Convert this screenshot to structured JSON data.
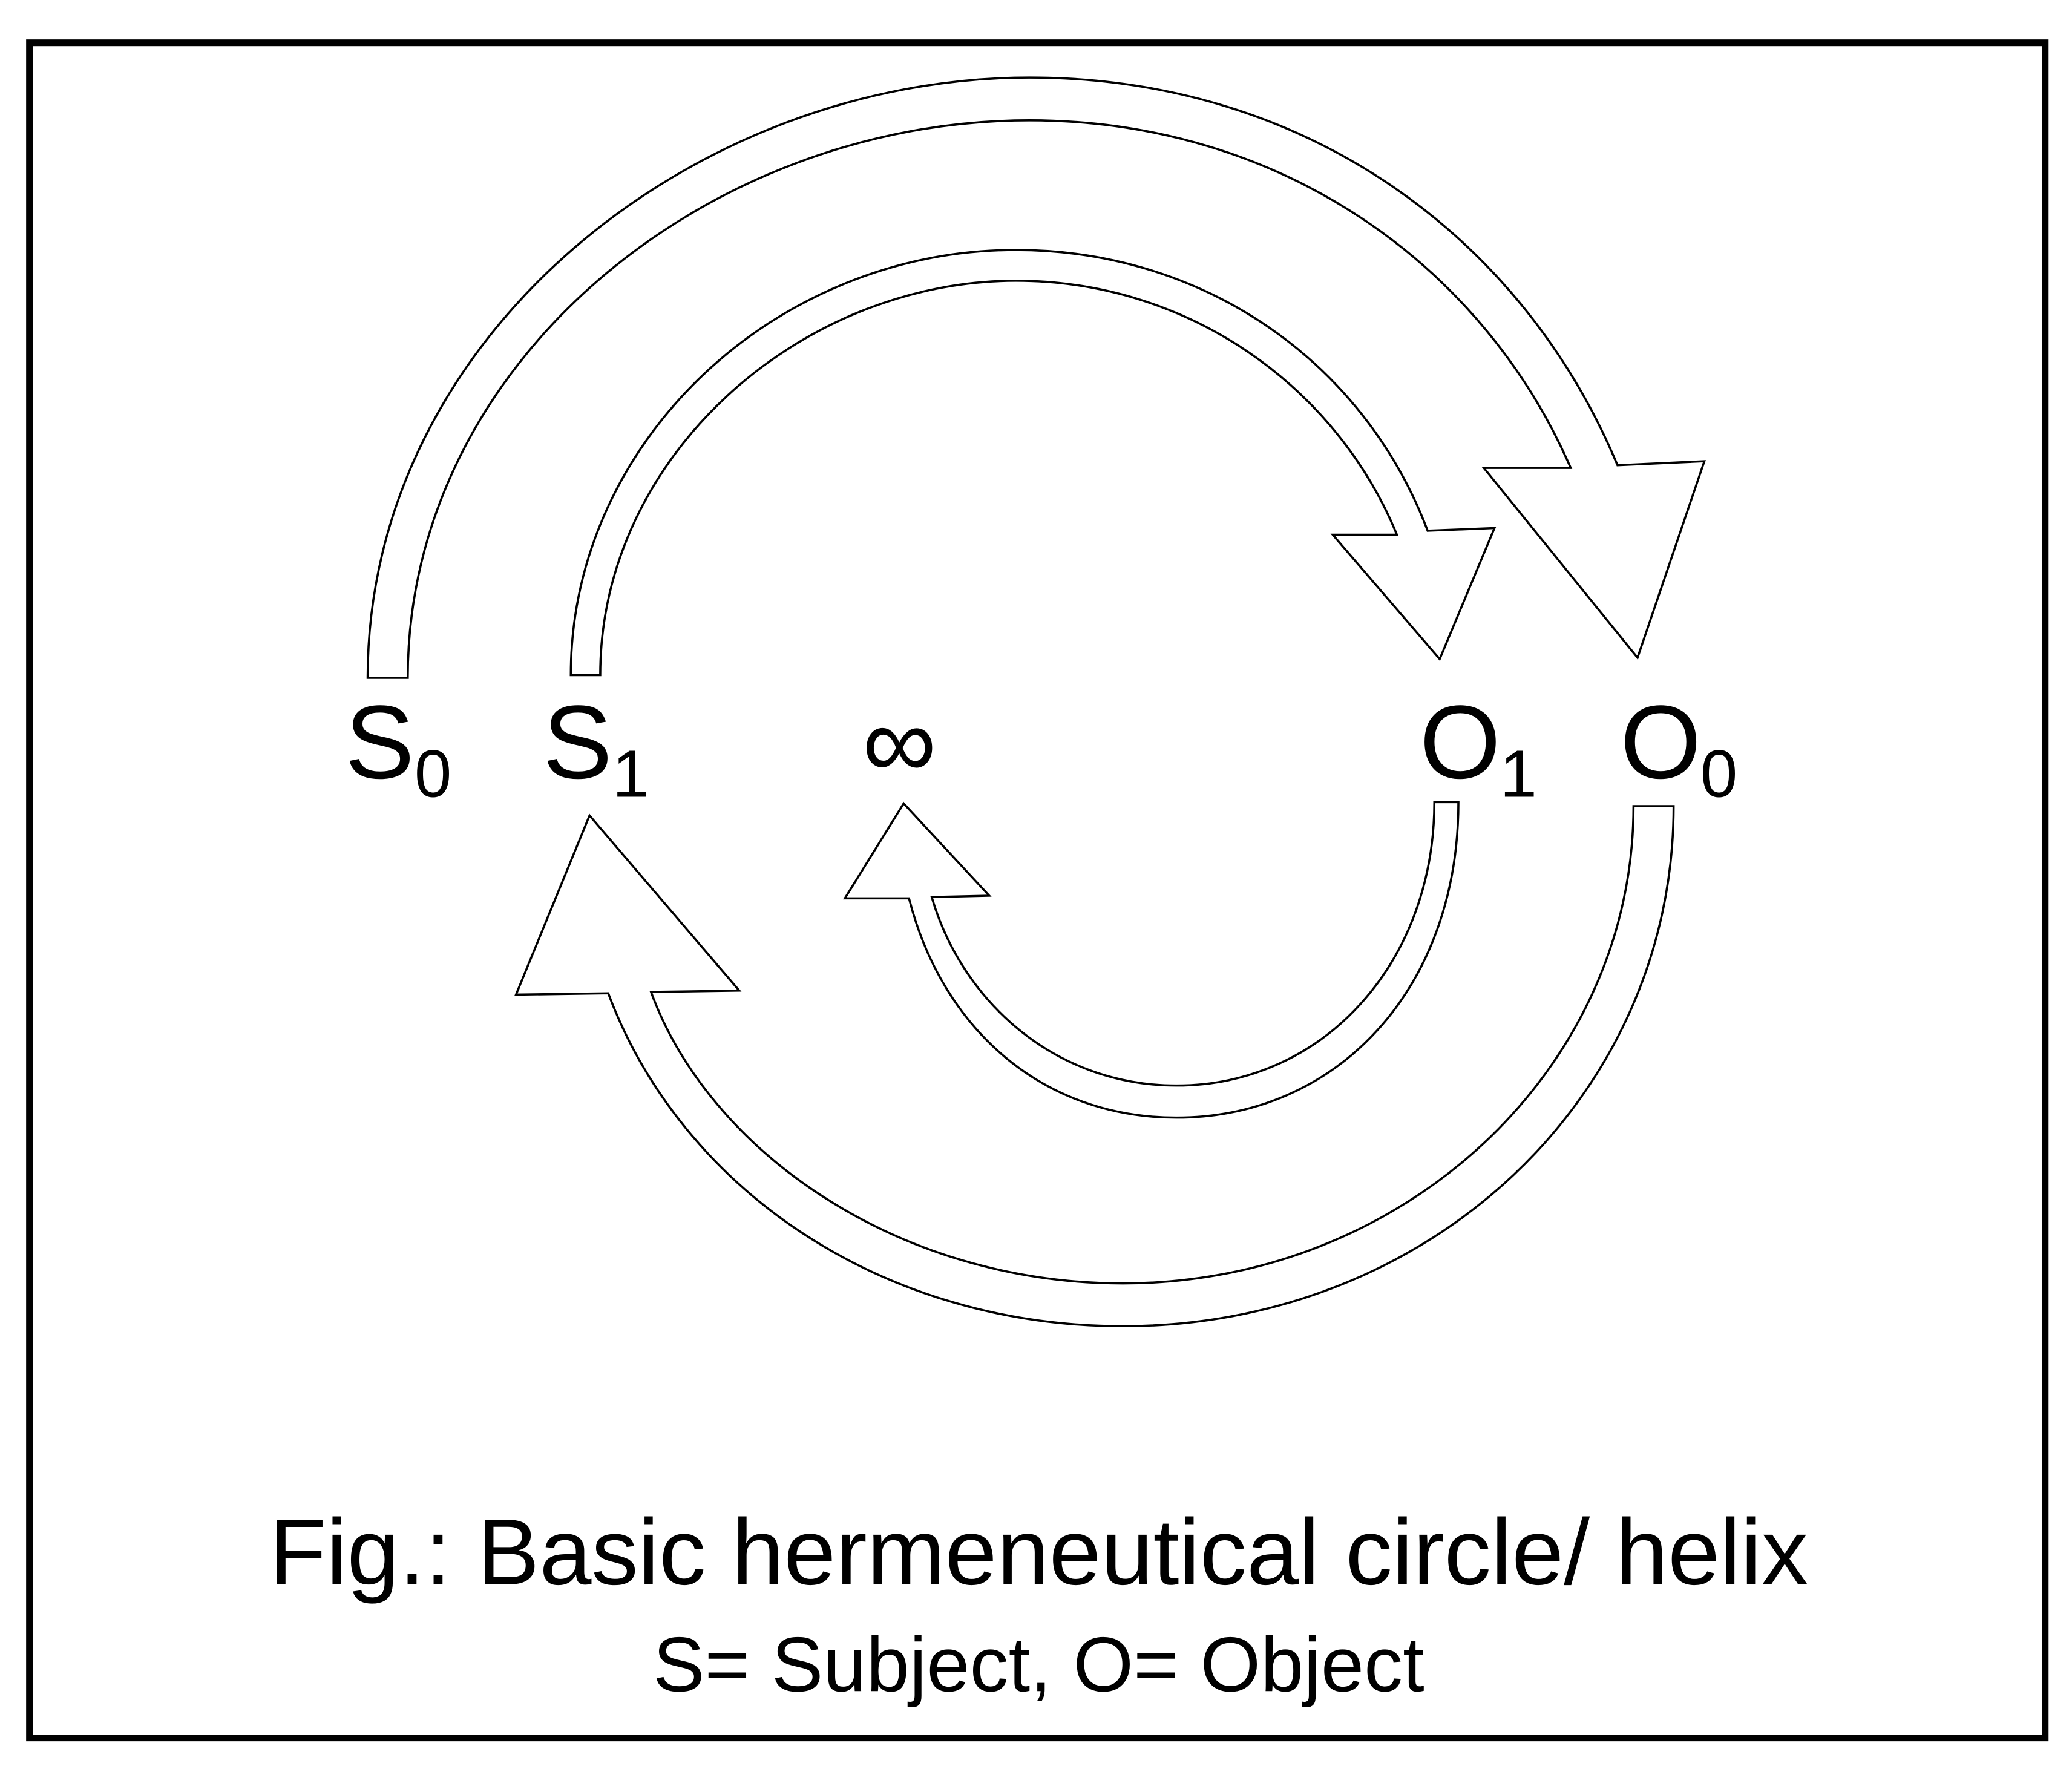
{
  "diagram": {
    "nodes": [
      {
        "id": "S0",
        "letter": "S",
        "sub": "0"
      },
      {
        "id": "S1",
        "letter": "S",
        "sub": "1"
      },
      {
        "id": "inf",
        "letter": "∞",
        "sub": ""
      },
      {
        "id": "O1",
        "letter": "O",
        "sub": "1"
      },
      {
        "id": "O0",
        "letter": "O",
        "sub": "0"
      }
    ],
    "edges": [
      {
        "from": "S0",
        "to": "O0"
      },
      {
        "from": "S1",
        "to": "O1"
      },
      {
        "from": "O1",
        "to": "inf"
      },
      {
        "from": "O0",
        "to": "S1"
      }
    ],
    "caption": "Fig.: Basic hermeneutical circle/ helix",
    "legend": "S= Subject, O= Object"
  }
}
